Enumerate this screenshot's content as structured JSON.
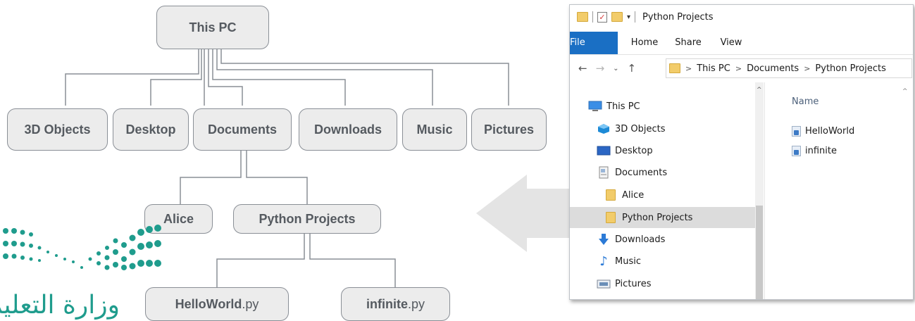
{
  "diagram": {
    "root": "This PC",
    "level1": [
      "3D Objects",
      "Desktop",
      "Documents",
      "Downloads",
      "Music",
      "Pictures"
    ],
    "documents_children": [
      "Alice",
      "Python Projects"
    ],
    "python_projects_children": [
      {
        "name": "HelloWorld",
        "ext": ".py"
      },
      {
        "name": "infinite",
        "ext": ".py"
      }
    ]
  },
  "explorer": {
    "window_title": "Python Projects",
    "ribbon_tabs": [
      "File",
      "Home",
      "Share",
      "View"
    ],
    "address_path": [
      "This PC",
      "Documents",
      "Python Projects"
    ],
    "nav_items": [
      {
        "label": "This PC",
        "icon": "monitor-icon"
      },
      {
        "label": "3D Objects",
        "icon": "cube-icon"
      },
      {
        "label": "Desktop",
        "icon": "desktop-icon"
      },
      {
        "label": "Documents",
        "icon": "document-icon"
      },
      {
        "label": "Alice",
        "icon": "folder-icon"
      },
      {
        "label": "Python Projects",
        "icon": "folder-icon"
      },
      {
        "label": "Downloads",
        "icon": "download-arrow-icon"
      },
      {
        "label": "Music",
        "icon": "music-note-icon"
      },
      {
        "label": "Pictures",
        "icon": "pictures-icon"
      }
    ],
    "selected_nav": "Python Projects",
    "column_header": "Name",
    "files": [
      "HelloWorld",
      "infinite"
    ]
  },
  "logo": {
    "text": "وزارة التعليم",
    "color": "#1f9c8d"
  },
  "colors": {
    "node_fill": "#ececec",
    "node_border": "#8a8f96",
    "arrow": "#e4e4e4",
    "file_tab": "#1a6fc4"
  }
}
